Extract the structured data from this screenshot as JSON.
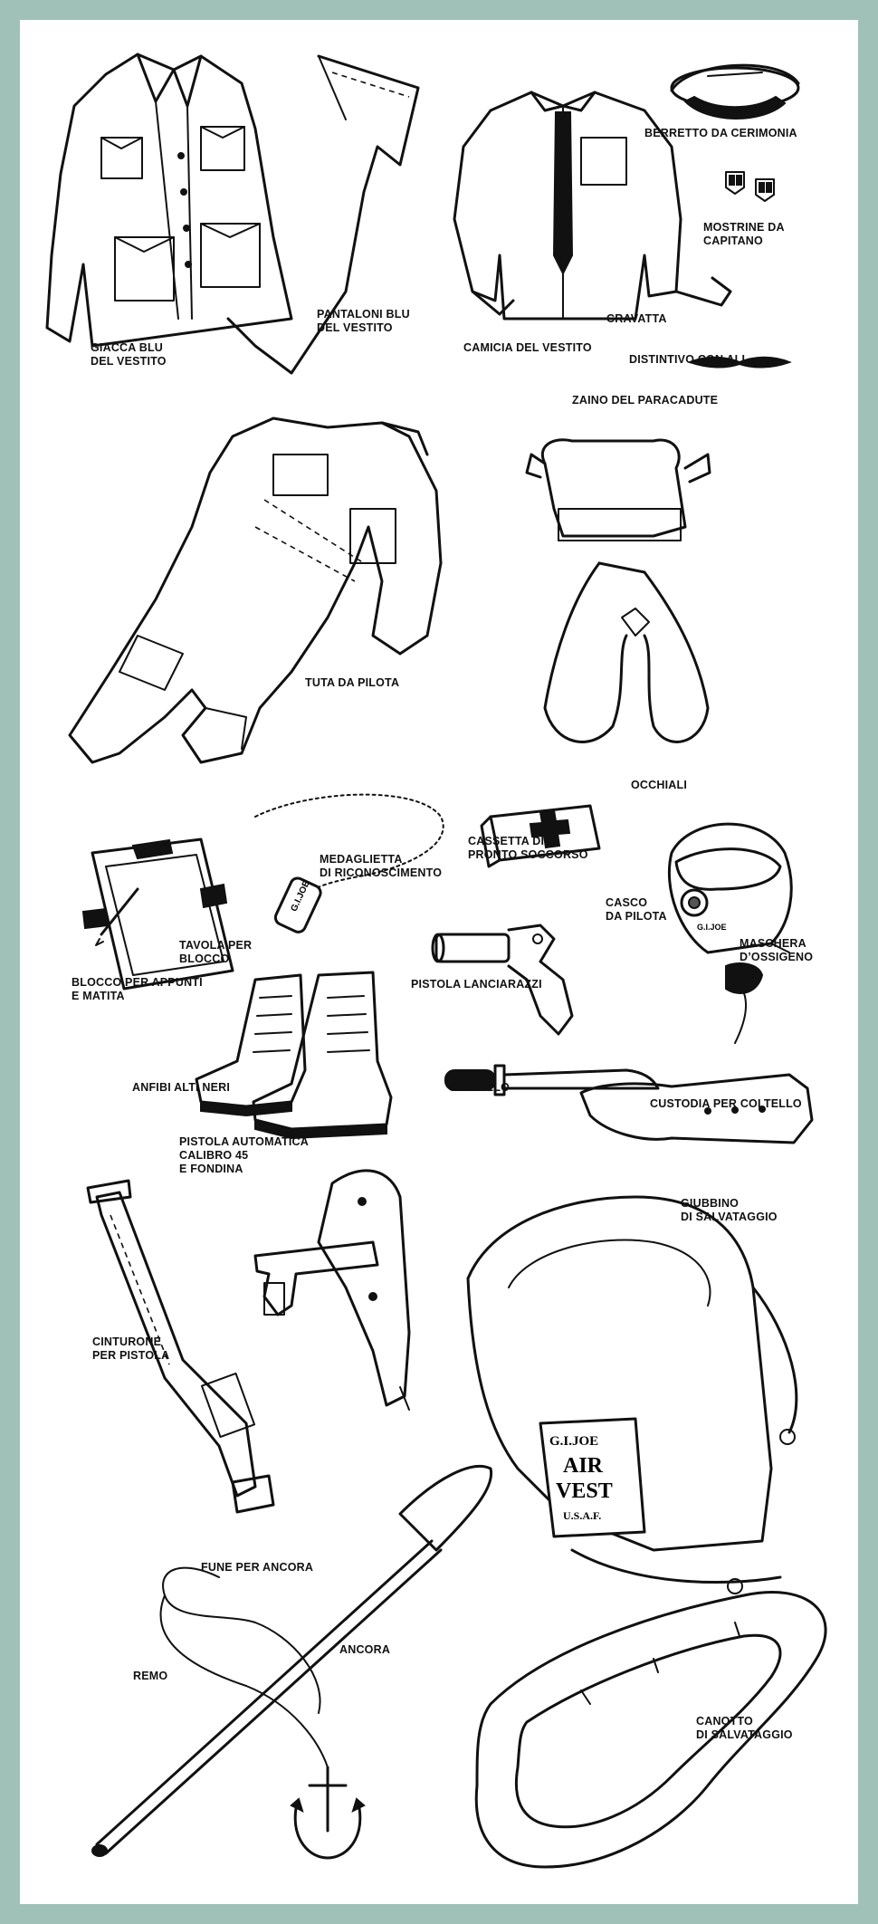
{
  "colors": {
    "frame": "#9fc1b8",
    "paper": "#ffffff",
    "ink": "#111111"
  },
  "labels": {
    "giacca": [
      "GIACCA BLU",
      "DEL VESTITO"
    ],
    "pantaloni": [
      "PANTALONI BLU",
      "DEL VESTITO"
    ],
    "camicia": [
      "CAMICIA DEL VESTITO"
    ],
    "cravatta": [
      "CRAVATTA"
    ],
    "berretto": [
      "BERRETTO DA CERIMONIA"
    ],
    "mostrine": [
      "MOSTRINE DA",
      "CAPITANO"
    ],
    "distintivo": [
      "DISTINTIVO CON ALI"
    ],
    "zaino": [
      "ZAINO DEL PARACADUTE"
    ],
    "tuta": [
      "TUTA DA PILOTA"
    ],
    "medaglietta": [
      "MEDAGLIETTA",
      "DI RICONOSCIMENTO"
    ],
    "cassetta": [
      "CASSETTA DI",
      "PRONTO SOCCORSO"
    ],
    "occhiali": [
      "OCCHIALI"
    ],
    "casco": [
      "CASCO",
      "DA PILOTA"
    ],
    "maschera": [
      "MASCHERA",
      "D’OSSIGENO"
    ],
    "tavola": [
      "TAVOLA PER",
      "BLOCCO"
    ],
    "blocco": [
      "BLOCCO PER APPUNTI",
      "E MATITA"
    ],
    "pistola_lanciarazzi": [
      "PISTOLA LANCIARAZZI"
    ],
    "anfibi": [
      "ANFIBI ALTI NERI"
    ],
    "coltello": [
      "COLTELLO"
    ],
    "custodia": [
      "CUSTODIA PER COLTELLO"
    ],
    "pistola_automatica": [
      "PISTOLA AUTOMATICA",
      "CALIBRO 45",
      "E FONDINA"
    ],
    "giubbino": [
      "GIUBBINO",
      "DI SALVATAGGIO"
    ],
    "cinturone": [
      "CINTURONE",
      "PER PISTOLA"
    ],
    "fune": [
      "FUNE PER ANCORA"
    ],
    "ancora": [
      "ANCORA"
    ],
    "remo": [
      "REMO"
    ],
    "canotto": [
      "CANOTTO",
      "DI SALVATAGGIO"
    ]
  },
  "item_text": {
    "dog_tag": "G.I.JOE",
    "helmet": "G.I.JOE",
    "vest": [
      "G.I.JOE",
      "AIR",
      "VEST",
      "U.S.A.F."
    ]
  }
}
